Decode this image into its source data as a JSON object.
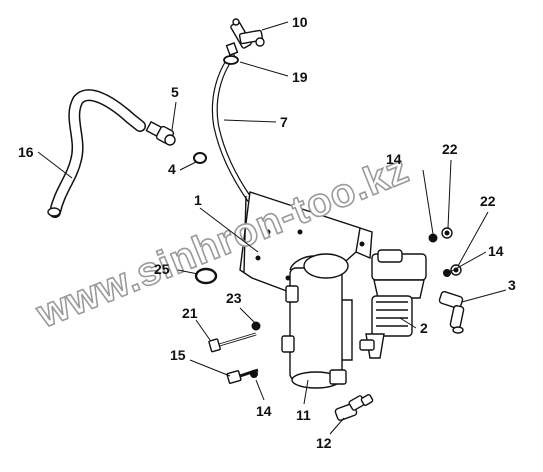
{
  "watermark": "www.sinhron-too.kz",
  "callouts": [
    {
      "id": "c10",
      "label": "10"
    },
    {
      "id": "c19",
      "label": "19"
    },
    {
      "id": "c5",
      "label": "5"
    },
    {
      "id": "c7",
      "label": "7"
    },
    {
      "id": "c16",
      "label": "16"
    },
    {
      "id": "c4",
      "label": "4"
    },
    {
      "id": "c14a",
      "label": "14"
    },
    {
      "id": "c22a",
      "label": "22"
    },
    {
      "id": "c22b",
      "label": "22"
    },
    {
      "id": "c14b",
      "label": "14"
    },
    {
      "id": "c1",
      "label": "1"
    },
    {
      "id": "c25",
      "label": "25"
    },
    {
      "id": "c3",
      "label": "3"
    },
    {
      "id": "c23",
      "label": "23"
    },
    {
      "id": "c21",
      "label": "21"
    },
    {
      "id": "c2",
      "label": "2"
    },
    {
      "id": "c15",
      "label": "15"
    },
    {
      "id": "c14c",
      "label": "14"
    },
    {
      "id": "c11",
      "label": "11"
    },
    {
      "id": "c12",
      "label": "12"
    }
  ]
}
